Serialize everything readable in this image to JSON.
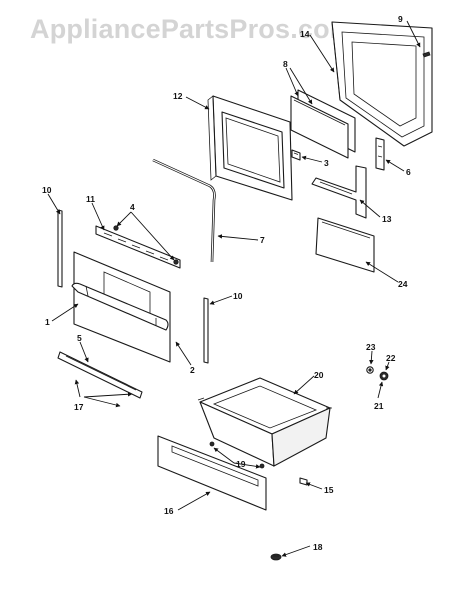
{
  "watermark": "AppliancePartsPros.com",
  "callouts": {
    "c1": "1",
    "c2": "2",
    "c3": "3",
    "c4": "4",
    "c5": "5",
    "c6": "6",
    "c7": "7",
    "c8": "8",
    "c9": "9",
    "c10a": "10",
    "c10b": "10",
    "c11": "11",
    "c12": "12",
    "c13": "13",
    "c14": "14",
    "c15": "15",
    "c16": "16",
    "c17": "17",
    "c18": "18",
    "c19": "19",
    "c20": "20",
    "c21": "21",
    "c22": "22",
    "c23": "23",
    "c24": "24"
  }
}
